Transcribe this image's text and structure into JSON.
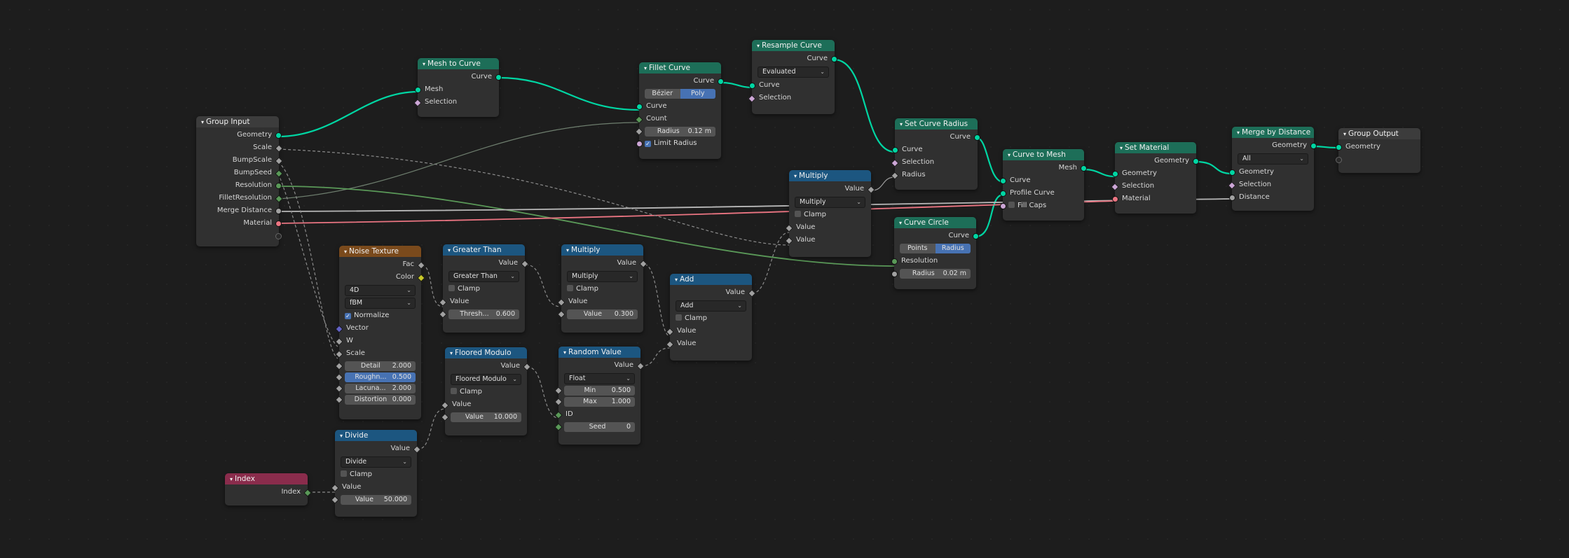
{
  "colors": {
    "geometry_socket": "#00d6a3",
    "float_socket": "#a1a1a1",
    "integer_socket": "#5a9958",
    "boolean_socket": "#cca6d6",
    "material_socket": "#eb7582",
    "header_geometry": "#1d6e58",
    "header_math": "#1c5680",
    "header_texture": "#7a4a1c",
    "header_input": "#8a2c4c",
    "accent": "#4772b3"
  },
  "nodes": {
    "group_input": {
      "title": "Group Input",
      "outputs": [
        "Geometry",
        "Scale",
        "BumpScale",
        "BumpSeed",
        "Resolution",
        "FilletResolution",
        "Merge Distance",
        "Material"
      ]
    },
    "mesh_to_curve": {
      "title": "Mesh to Curve",
      "out": "Curve",
      "in": [
        "Mesh",
        "Selection"
      ]
    },
    "fillet_curve": {
      "title": "Fillet Curve",
      "out": "Curve",
      "mode": [
        "Bézier",
        "Poly"
      ],
      "in": [
        "Curve",
        "Count"
      ],
      "radius_label": "Radius",
      "radius_value": "0.12 m",
      "limit_radius": "Limit Radius"
    },
    "resample_curve": {
      "title": "Resample Curve",
      "out": "Curve",
      "mode": "Evaluated",
      "in": [
        "Curve",
        "Selection"
      ]
    },
    "set_curve_radius": {
      "title": "Set Curve Radius",
      "out": "Curve",
      "in": [
        "Curve",
        "Selection",
        "Radius"
      ]
    },
    "curve_to_mesh": {
      "title": "Curve to Mesh",
      "out": "Mesh",
      "in": [
        "Curve",
        "Profile Curve"
      ],
      "fill_caps": "Fill Caps"
    },
    "set_material": {
      "title": "Set Material",
      "out": "Geometry",
      "in": [
        "Geometry",
        "Selection",
        "Material"
      ]
    },
    "merge_by_distance": {
      "title": "Merge by Distance",
      "out": "Geometry",
      "mode": "All",
      "in": [
        "Geometry",
        "Selection",
        "Distance"
      ]
    },
    "group_output": {
      "title": "Group Output",
      "in": [
        "Geometry"
      ]
    },
    "multiply_top": {
      "title": "Multiply",
      "out": "Value",
      "op": "Multiply",
      "clamp": "Clamp",
      "in": [
        "Value",
        "Value"
      ]
    },
    "curve_circle": {
      "title": "Curve Circle",
      "out": "Curve",
      "mode": [
        "Points",
        "Radius"
      ],
      "in": [
        "Resolution"
      ],
      "radius_label": "Radius",
      "radius_value": "0.02 m"
    },
    "noise_texture": {
      "title": "Noise Texture",
      "out": [
        "Fac",
        "Color"
      ],
      "dim": "4D",
      "type": "fBM",
      "normalize": "Normalize",
      "in": [
        "Vector",
        "W",
        "Scale"
      ],
      "fields": [
        {
          "label": "Detail",
          "value": "2.000"
        },
        {
          "label": "Roughn...",
          "value": "0.500"
        },
        {
          "label": "Lacuna...",
          "value": "2.000"
        },
        {
          "label": "Distortion",
          "value": "0.000"
        }
      ]
    },
    "greater_than": {
      "title": "Greater Than",
      "out": "Value",
      "op": "Greater Than",
      "clamp": "Clamp",
      "in": "Value",
      "field_label": "Thresh...",
      "field_value": "0.600"
    },
    "multiply_mid": {
      "title": "Multiply",
      "out": "Value",
      "op": "Multiply",
      "clamp": "Clamp",
      "in": "Value",
      "field_label": "Value",
      "field_value": "0.300"
    },
    "add": {
      "title": "Add",
      "out": "Value",
      "op": "Add",
      "clamp": "Clamp",
      "in": [
        "Value",
        "Value"
      ]
    },
    "floored_modulo": {
      "title": "Floored Modulo",
      "out": "Value",
      "op": "Floored Modulo",
      "clamp": "Clamp",
      "in": "Value",
      "field_label": "Value",
      "field_value": "10.000"
    },
    "random_value": {
      "title": "Random Value",
      "out": "Value",
      "type": "Float",
      "min_label": "Min",
      "min_value": "0.500",
      "max_label": "Max",
      "max_value": "1.000",
      "id_label": "ID",
      "seed_label": "Seed",
      "seed_value": "0"
    },
    "divide": {
      "title": "Divide",
      "out": "Value",
      "op": "Divide",
      "clamp": "Clamp",
      "in": "Value",
      "field_label": "Value",
      "field_value": "50.000"
    },
    "index": {
      "title": "Index",
      "out": "Index"
    }
  }
}
